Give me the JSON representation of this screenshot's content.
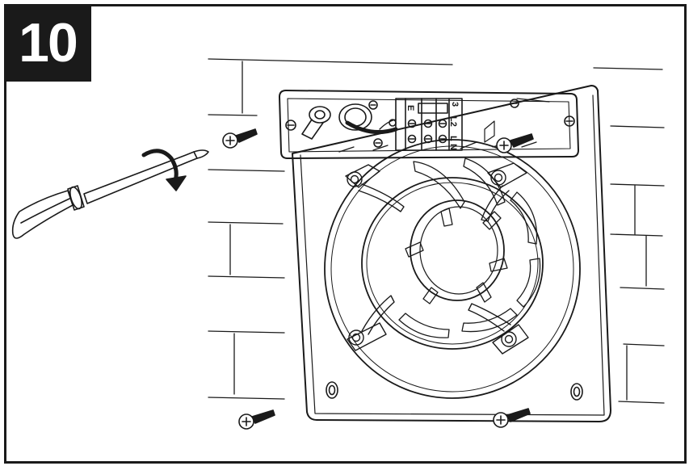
{
  "step": {
    "number": "10"
  },
  "terminal_labels": {
    "earth": "E",
    "live": "L",
    "neutral": "N",
    "switched_live": "L2",
    "timer": "3"
  },
  "colors": {
    "ink": "#1a1a1a",
    "paper": "#ffffff",
    "badge_background": "#1a1a1a",
    "badge_text": "#ffffff"
  },
  "icons": [
    "screwdriver-icon",
    "rotation-arrow-icon",
    "screw-icon"
  ]
}
